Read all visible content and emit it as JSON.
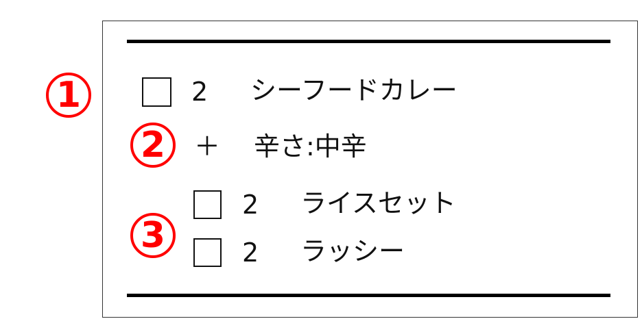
{
  "markers": [
    "1",
    "2",
    "3"
  ],
  "main_item": {
    "qty": "2",
    "name": "シーフードカレー"
  },
  "option": {
    "symbol": "＋",
    "text": "辛さ:中辛"
  },
  "sub_items": [
    {
      "qty": "2",
      "name": "ライスセット"
    },
    {
      "qty": "2",
      "name": "ラッシー"
    }
  ],
  "colors": {
    "marker": "#ff0000"
  }
}
